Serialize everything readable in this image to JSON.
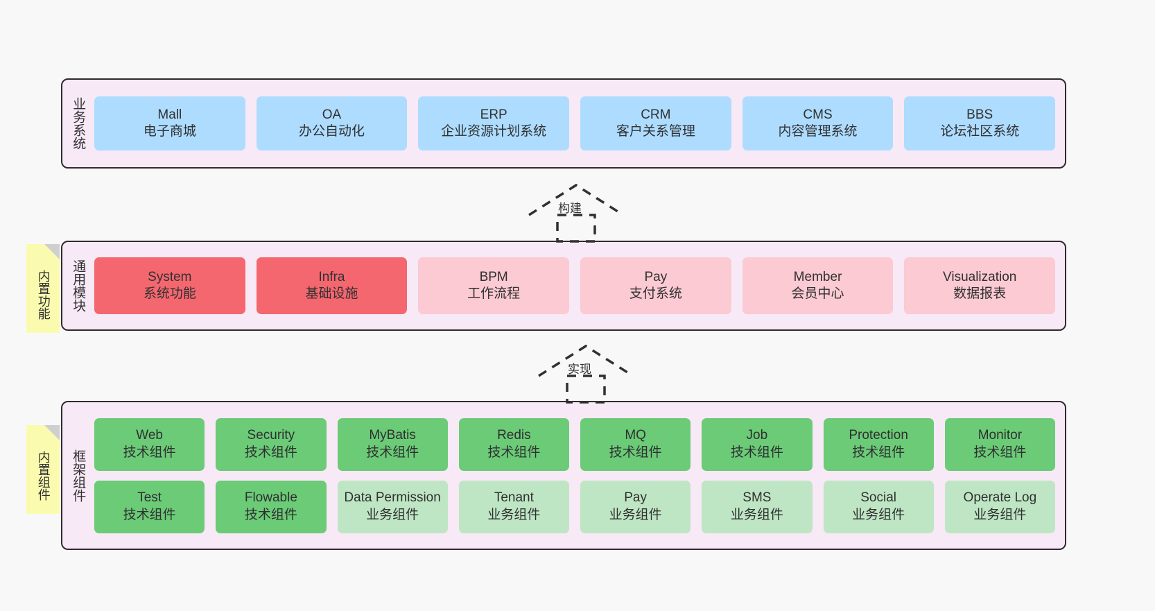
{
  "diagram": {
    "title": "",
    "background_color": "#f8f8f8",
    "layer_background": "#f7e9f5",
    "layer_border": "#30292e"
  },
  "layers": [
    {
      "id": "business",
      "title": "业务系统",
      "cards": [
        {
          "name": "Mall",
          "sub": "电子商城",
          "color": "#aedcff"
        },
        {
          "name": "OA",
          "sub": "办公自动化",
          "color": "#aedcff"
        },
        {
          "name": "ERP",
          "sub": "企业资源计划系统",
          "color": "#aedcff"
        },
        {
          "name": "CRM",
          "sub": "客户关系管理",
          "color": "#aedcff"
        },
        {
          "name": "CMS",
          "sub": "内容管理系统",
          "color": "#aedcff"
        },
        {
          "name": "BBS",
          "sub": "论坛社区系统",
          "color": "#aedcff"
        }
      ]
    },
    {
      "id": "modules",
      "title": "通用模块",
      "note": "内置功能",
      "cards": [
        {
          "name": "System",
          "sub": "系统功能",
          "color": "#f4676f"
        },
        {
          "name": "Infra",
          "sub": "基础设施",
          "color": "#f4676f"
        },
        {
          "name": "BPM",
          "sub": "工作流程",
          "color": "#fccad2"
        },
        {
          "name": "Pay",
          "sub": "支付系统",
          "color": "#fccad2"
        },
        {
          "name": "Member",
          "sub": "会员中心",
          "color": "#fccad2"
        },
        {
          "name": "Visualization",
          "sub": "数据报表",
          "color": "#fccad2"
        }
      ]
    },
    {
      "id": "framework",
      "title": "框架组件",
      "note": "内置组件",
      "rows": [
        [
          {
            "name": "Web",
            "sub": "技术组件",
            "color": "#6bcb77"
          },
          {
            "name": "Security",
            "sub": "技术组件",
            "color": "#6bcb77"
          },
          {
            "name": "MyBatis",
            "sub": "技术组件",
            "color": "#6bcb77"
          },
          {
            "name": "Redis",
            "sub": "技术组件",
            "color": "#6bcb77"
          },
          {
            "name": "MQ",
            "sub": "技术组件",
            "color": "#6bcb77"
          },
          {
            "name": "Job",
            "sub": "技术组件",
            "color": "#6bcb77"
          },
          {
            "name": "Protection",
            "sub": "技术组件",
            "color": "#6bcb77"
          },
          {
            "name": "Monitor",
            "sub": "技术组件",
            "color": "#6bcb77"
          }
        ],
        [
          {
            "name": "Test",
            "sub": "技术组件",
            "color": "#6bcb77"
          },
          {
            "name": "Flowable",
            "sub": "技术组件",
            "color": "#6bcb77"
          },
          {
            "name": "Data Permission",
            "sub": "业务组件",
            "color": "#bfe6c4"
          },
          {
            "name": "Tenant",
            "sub": "业务组件",
            "color": "#bfe6c4"
          },
          {
            "name": "Pay",
            "sub": "业务组件",
            "color": "#bfe6c4"
          },
          {
            "name": "SMS",
            "sub": "业务组件",
            "color": "#bfe6c4"
          },
          {
            "name": "Social",
            "sub": "业务组件",
            "color": "#bfe6c4"
          },
          {
            "name": "Operate Log",
            "sub": "业务组件",
            "color": "#bfe6c4"
          }
        ]
      ]
    }
  ],
  "connectors": [
    {
      "id": "build",
      "label": "构建"
    },
    {
      "id": "implement",
      "label": "实现"
    }
  ]
}
